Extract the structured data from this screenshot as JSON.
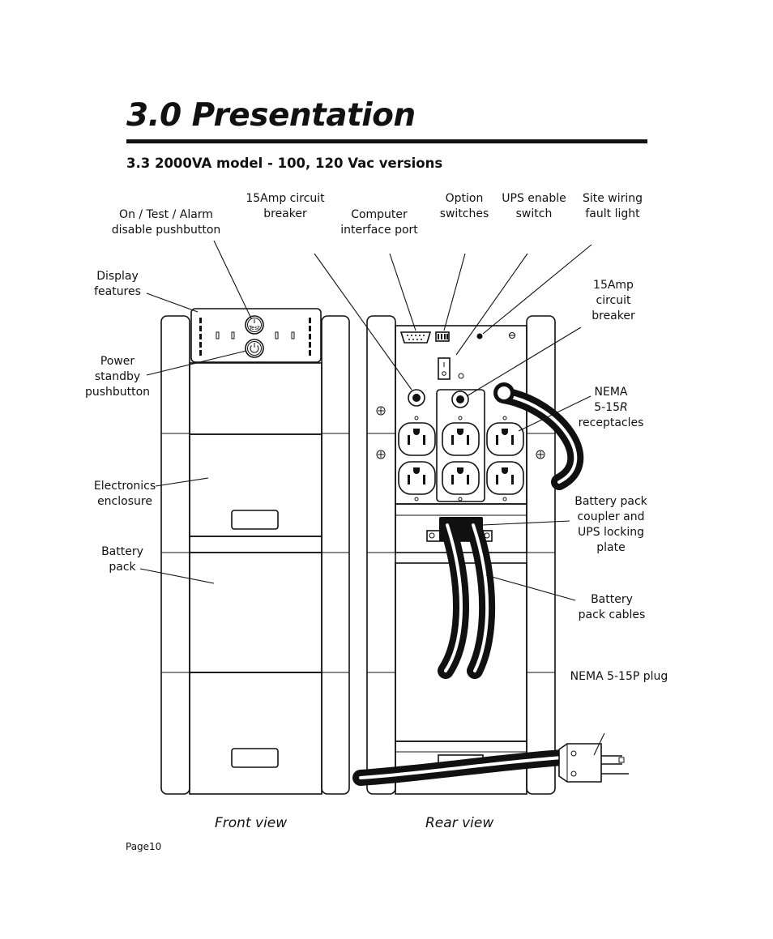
{
  "header": {
    "chapter_title": "3.0 Presentation",
    "section_title": "3.3 2000VA model - 100, 120 Vac versions"
  },
  "labels": {
    "on_test_alarm": "On / Test / Alarm\ndisable pushbutton",
    "breaker_top": "15Amp circuit\nbreaker",
    "computer_port": "Computer\ninterface port",
    "option_switches": "Option\nswitches",
    "ups_enable": "UPS enable\nswitch",
    "site_wiring": "Site wiring\nfault light",
    "display_features": "Display\nfeatures",
    "breaker_right": "15Amp\ncircuit\nbreaker",
    "power_standby": "Power\nstandby\npushbutton",
    "nema_receptacles_1": "NEMA\n5-15",
    "nema_receptacles_r": "R",
    "nema_receptacles_2": "receptacles",
    "electronics": "Electronics\nenclosure",
    "battery_pack": "Battery\npack",
    "coupler": "Battery pack\ncoupler and\nUPS locking\nplate",
    "battery_cables": "Battery\npack cables",
    "nema_plug": "NEMA 5-15P plug"
  },
  "device": {
    "test_button_label": "Test"
  },
  "views": {
    "front": "Front view",
    "rear": "Rear view"
  },
  "footer": {
    "page": "Page10"
  }
}
